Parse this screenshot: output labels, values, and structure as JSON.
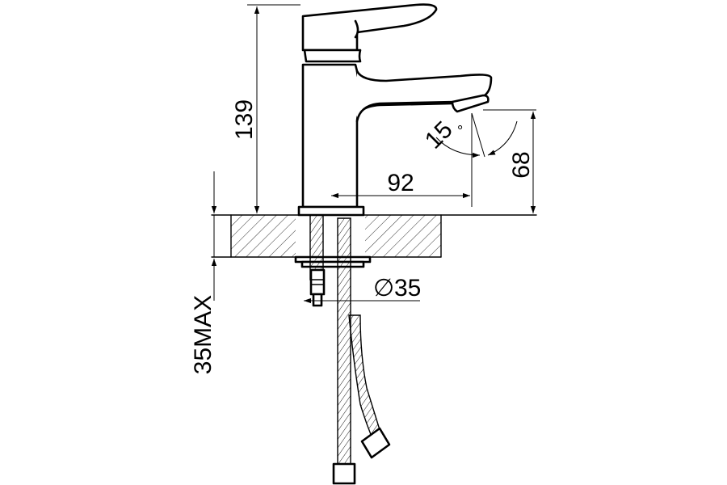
{
  "dimensions": {
    "total_height": "139",
    "spout_height": "68",
    "spout_reach": "92",
    "spray_angle": "15",
    "angle_unit": "°",
    "hole_diameter_symbol": "∅",
    "hole_diameter": "35",
    "max_thickness": "35MAX"
  },
  "colors": {
    "line": "#000000",
    "background": "#ffffff"
  }
}
